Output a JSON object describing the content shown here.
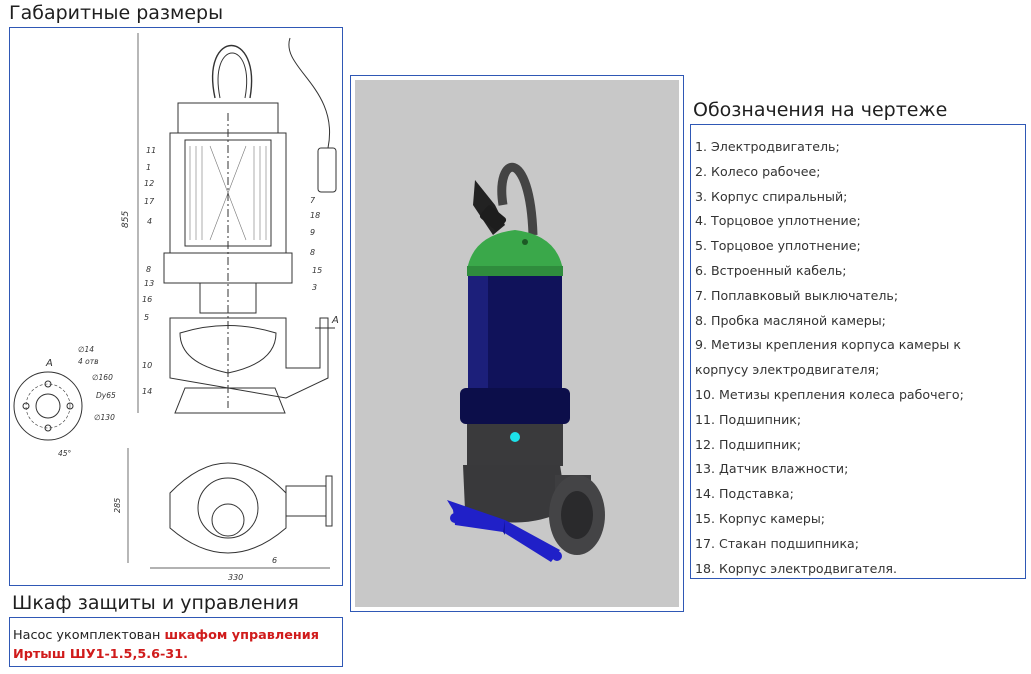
{
  "headings": {
    "dimensions": "Габаритные размеры",
    "legend": "Обозначения на чертеже",
    "cabinet": "Шкаф защиты и управления"
  },
  "drawing": {
    "callouts": [
      "11",
      "1",
      "12",
      "17",
      "4",
      "8",
      "13",
      "16",
      "5",
      "10",
      "14",
      "7",
      "18",
      "9",
      "8",
      "15",
      "3"
    ],
    "view_label_a": "А",
    "dimensions": [
      "855",
      "∅14",
      "4 отв",
      "∅160",
      "Dy65",
      "∅130",
      "45°",
      "285",
      "330",
      "6"
    ]
  },
  "legend_items": [
    "1. Электродвигатель;",
    "2. Колесо рабочее;",
    "3. Корпус спиральный;",
    "4. Торцовое уплотнение;",
    "5. Торцовое уплотнение;",
    "6. Встроенный кабель;",
    "7. Поплавковый выключатель;",
    "8. Пробка масляной камеры;",
    "9. Метизы крепления корпуса камеры к",
    "корпусу электродвигателя;",
    "10. Метизы крепления колеса рабочего;",
    "11. Подшипник;",
    "12. Подшипник;",
    "13. Датчик влажности;",
    "14. Подставка;",
    "15. Корпус камеры;",
    "17. Стакан подшипника;",
    "18. Корпус электродвигателя."
  ],
  "cabinet": {
    "text_prefix": "Насос укомплектован ",
    "text_bold": "шкафом управления Иртыш ШУ1-1.5,5.6-31."
  },
  "colors": {
    "border": "#2f58b5",
    "highlight": "#d01b1b",
    "motor_blue": "#10125a",
    "cap_green": "#3aa84a",
    "stand_blue": "#2020c8"
  }
}
